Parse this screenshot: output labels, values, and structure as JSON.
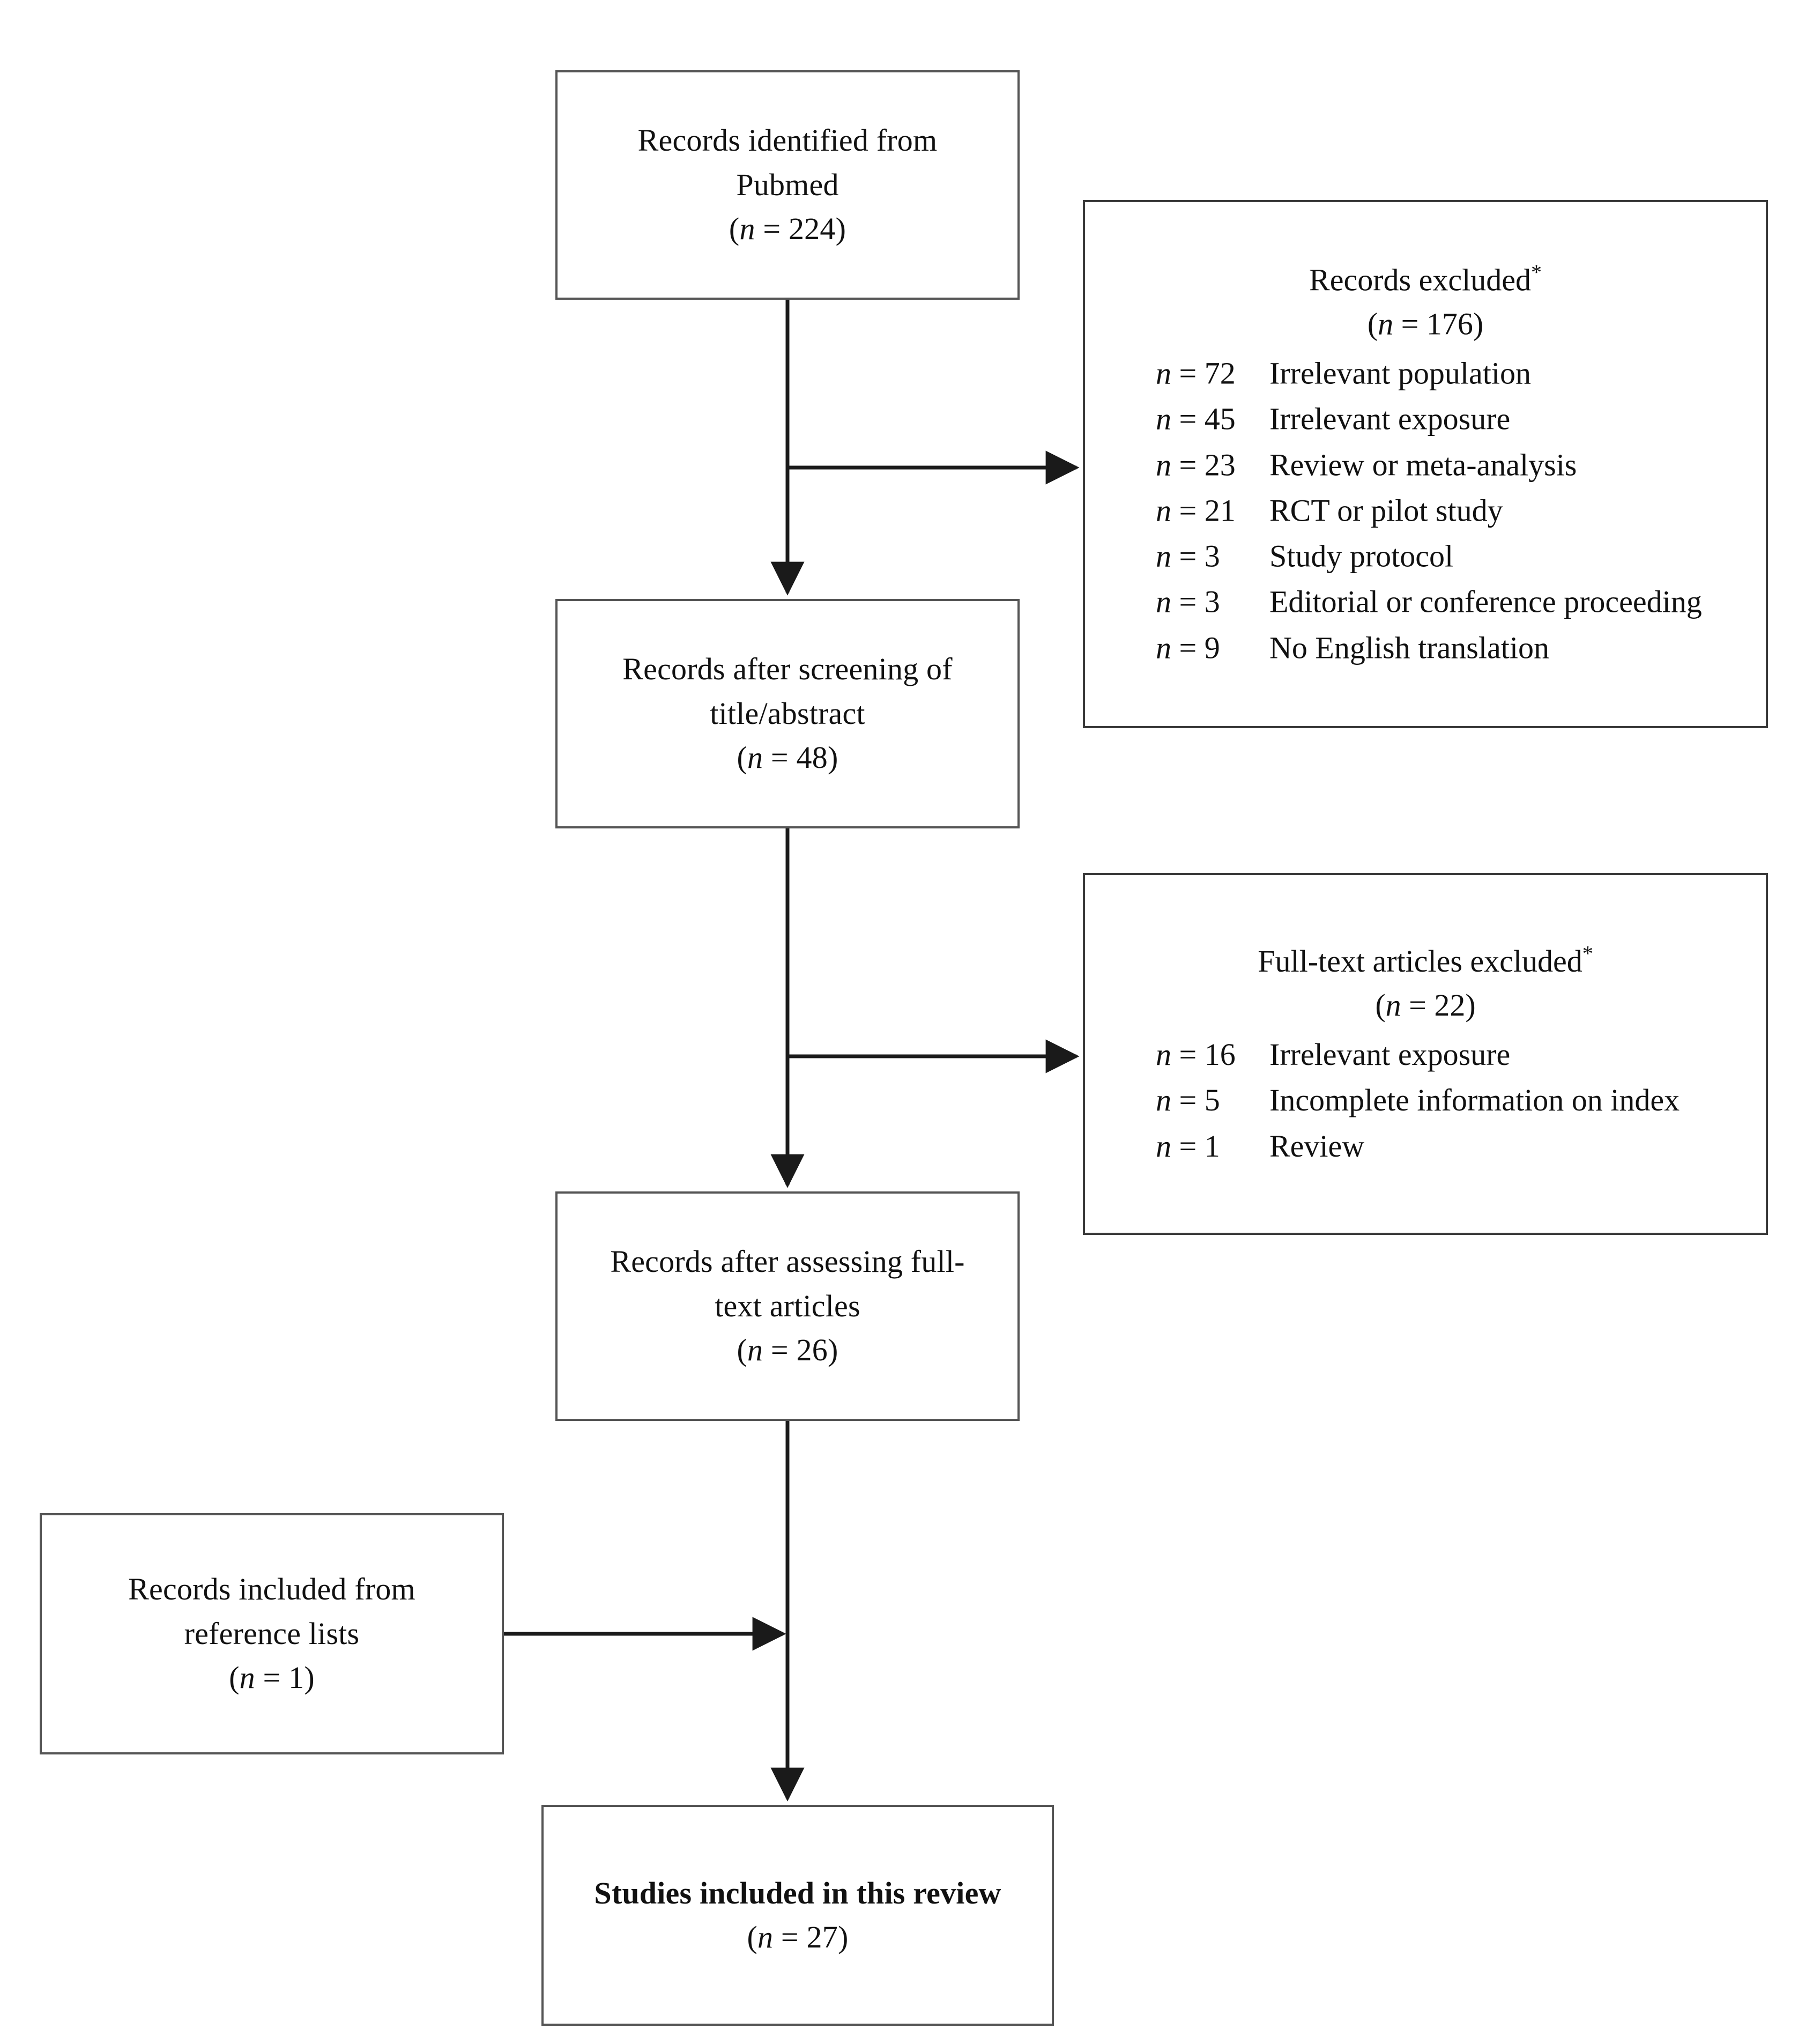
{
  "diagram": {
    "type": "prisma-flow",
    "nodes": [
      {
        "id": "identified",
        "lines": [
          "Records identified from",
          "Pubmed"
        ],
        "count_label": "(n = 224)",
        "n": 224,
        "bold": false
      },
      {
        "id": "screened",
        "lines": [
          "Records after screening of",
          "title/abstract"
        ],
        "count_label": "(n = 48)",
        "n": 48,
        "bold": false
      },
      {
        "id": "fulltext",
        "lines": [
          "Records after assessing full-",
          "text articles"
        ],
        "count_label": "(n = 26)",
        "n": 26,
        "bold": false
      },
      {
        "id": "refs",
        "lines": [
          "Records included from",
          "reference lists"
        ],
        "count_label": "(n = 1)",
        "n": 1,
        "bold": false
      },
      {
        "id": "included",
        "lines": [
          "Studies included in this review"
        ],
        "count_label": "(n = 27)",
        "n": 27,
        "bold": true
      }
    ],
    "exclusions": [
      {
        "id": "excluded-records",
        "title": "Records excluded",
        "footnote_marker": "*",
        "count_label": "(n = 176)",
        "n": 176,
        "reasons": [
          {
            "n_label": "n = 72",
            "n": 72,
            "reason": "Irrelevant population"
          },
          {
            "n_label": "n = 45",
            "n": 45,
            "reason": "Irrelevant exposure"
          },
          {
            "n_label": "n = 23",
            "n": 23,
            "reason": "Review or meta-analysis"
          },
          {
            "n_label": "n = 21",
            "n": 21,
            "reason": "RCT or pilot study"
          },
          {
            "n_label": "n = 3",
            "n": 3,
            "reason": "Study protocol"
          },
          {
            "n_label": "n = 3",
            "n": 3,
            "reason": "Editorial or conference proceeding"
          },
          {
            "n_label": "n = 9",
            "n": 9,
            "reason": "No English translation"
          }
        ]
      },
      {
        "id": "excluded-fulltext",
        "title": "Full-text articles excluded",
        "footnote_marker": "*",
        "count_label": "(n = 22)",
        "n": 22,
        "reasons": [
          {
            "n_label": "n = 16",
            "n": 16,
            "reason": "Irrelevant exposure"
          },
          {
            "n_label": "n = 5",
            "n": 5,
            "reason": "Incomplete information on index"
          },
          {
            "n_label": "n = 1",
            "n": 1,
            "reason": "Review"
          }
        ]
      }
    ],
    "colors": {
      "box_border": "#555555",
      "excl_border": "#3a3a3a",
      "connector": "#1a1a1a",
      "background": "#ffffff",
      "text": "#111111"
    }
  }
}
